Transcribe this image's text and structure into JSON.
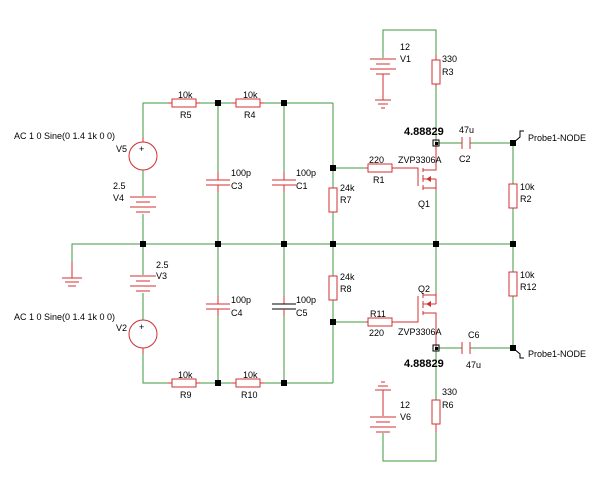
{
  "sources": {
    "v5": {
      "params": "AC 1  0 Sine(0 1.4  1k 0 0)",
      "name": "V5"
    },
    "v2": {
      "params": "AC 1  0 Sine(0 1.4  1k 0 0)",
      "name": "V2"
    },
    "v4": {
      "value": "2.5",
      "name": "V4"
    },
    "v3": {
      "value": "2.5",
      "name": "V3"
    },
    "v1": {
      "value": "12",
      "name": "V1"
    },
    "v6": {
      "value": "12",
      "name": "V6"
    }
  },
  "resistors": {
    "r5": {
      "value": "10k",
      "name": "R5"
    },
    "r4": {
      "value": "10k",
      "name": "R4"
    },
    "r9": {
      "value": "10k",
      "name": "R9"
    },
    "r10": {
      "value": "10k",
      "name": "R10"
    },
    "r7": {
      "value": "24k",
      "name": "R7"
    },
    "r8": {
      "value": "24k",
      "name": "R8"
    },
    "r1": {
      "value": "220",
      "name": "R1"
    },
    "r11": {
      "value": "220",
      "name": "R11"
    },
    "r3": {
      "value": "330",
      "name": "R3"
    },
    "r6": {
      "value": "330",
      "name": "R6"
    },
    "r2": {
      "value": "10k",
      "name": "R2"
    },
    "r12": {
      "value": "10k",
      "name": "R12"
    }
  },
  "capacitors": {
    "c3": {
      "value": "100p",
      "name": "C3"
    },
    "c1": {
      "value": "100p",
      "name": "C1"
    },
    "c4": {
      "value": "100p",
      "name": "C4"
    },
    "c5": {
      "value": "100p",
      "name": "C5"
    },
    "c2": {
      "value": "47u",
      "name": "C2"
    },
    "c6": {
      "value": "47u",
      "name": "C6"
    }
  },
  "transistors": {
    "q1": {
      "name": "Q1",
      "model": "ZVP3306A"
    },
    "q2": {
      "name": "Q2",
      "model": "ZVP3306A"
    }
  },
  "node_voltages": {
    "top": "4.88829",
    "bottom": "4.88829"
  },
  "probes": {
    "top": "Probe1-NODE",
    "bottom": "Probe1-NODE"
  },
  "colors": {
    "wire": "#3c9a3c",
    "component": "#d03030",
    "junction": "#000000"
  }
}
